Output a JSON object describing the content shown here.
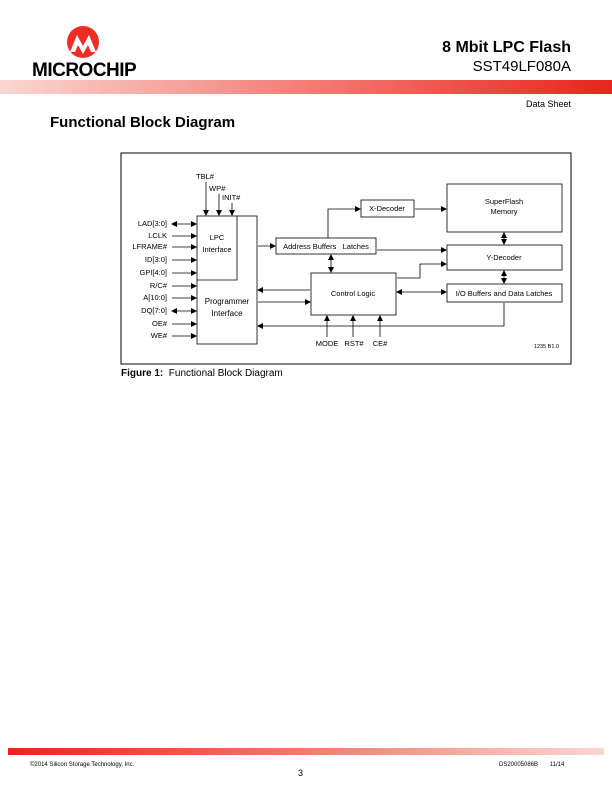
{
  "header": {
    "brand": "MICROCHIP",
    "title": "8 Mbit  LPC Flash",
    "part_number": "SST49LF080A",
    "doc_type": "Data Sheet"
  },
  "section_heading": "Functional Block Diagram",
  "diagram": {
    "top_inputs": [
      "TBL#",
      "WP#",
      "INIT#"
    ],
    "left_signals": [
      "LAD[3:0]",
      "LCLK",
      "LFRAME#",
      "ID[3:0]",
      "GPI[4:0]",
      "R/C#",
      "A[10:0]",
      "DQ[7:0]",
      "OE#",
      "WE#"
    ],
    "bottom_inputs": [
      "MODE",
      "RST#",
      "CE#"
    ],
    "blocks": {
      "lpc_interface": [
        "LPC",
        "Interface"
      ],
      "programmer_interface": [
        "Programmer",
        "Interface"
      ],
      "address_buffers": "Address Buffers   Latches",
      "x_decoder": "X-Decoder",
      "superflash": [
        "SuperFlash",
        "Memory"
      ],
      "y_decoder": "Y-Decoder",
      "control_logic": "Control Logic",
      "io_buffers": "I/O Buffers and Data Latches"
    },
    "figure_id": "1235 B1.0"
  },
  "figure_caption": {
    "label": "Figure 1:",
    "text": "Functional Block Diagram"
  },
  "footer": {
    "copyright": "©2014 Silicon Storage Technology, Inc.",
    "doc_number": "DS20005086B",
    "date": "11/14",
    "page": "3"
  },
  "colors": {
    "brand_red": "#ee2e24",
    "bar_gradient_start": "#f7b3ab",
    "bar_gradient_end": "#e8251b"
  }
}
